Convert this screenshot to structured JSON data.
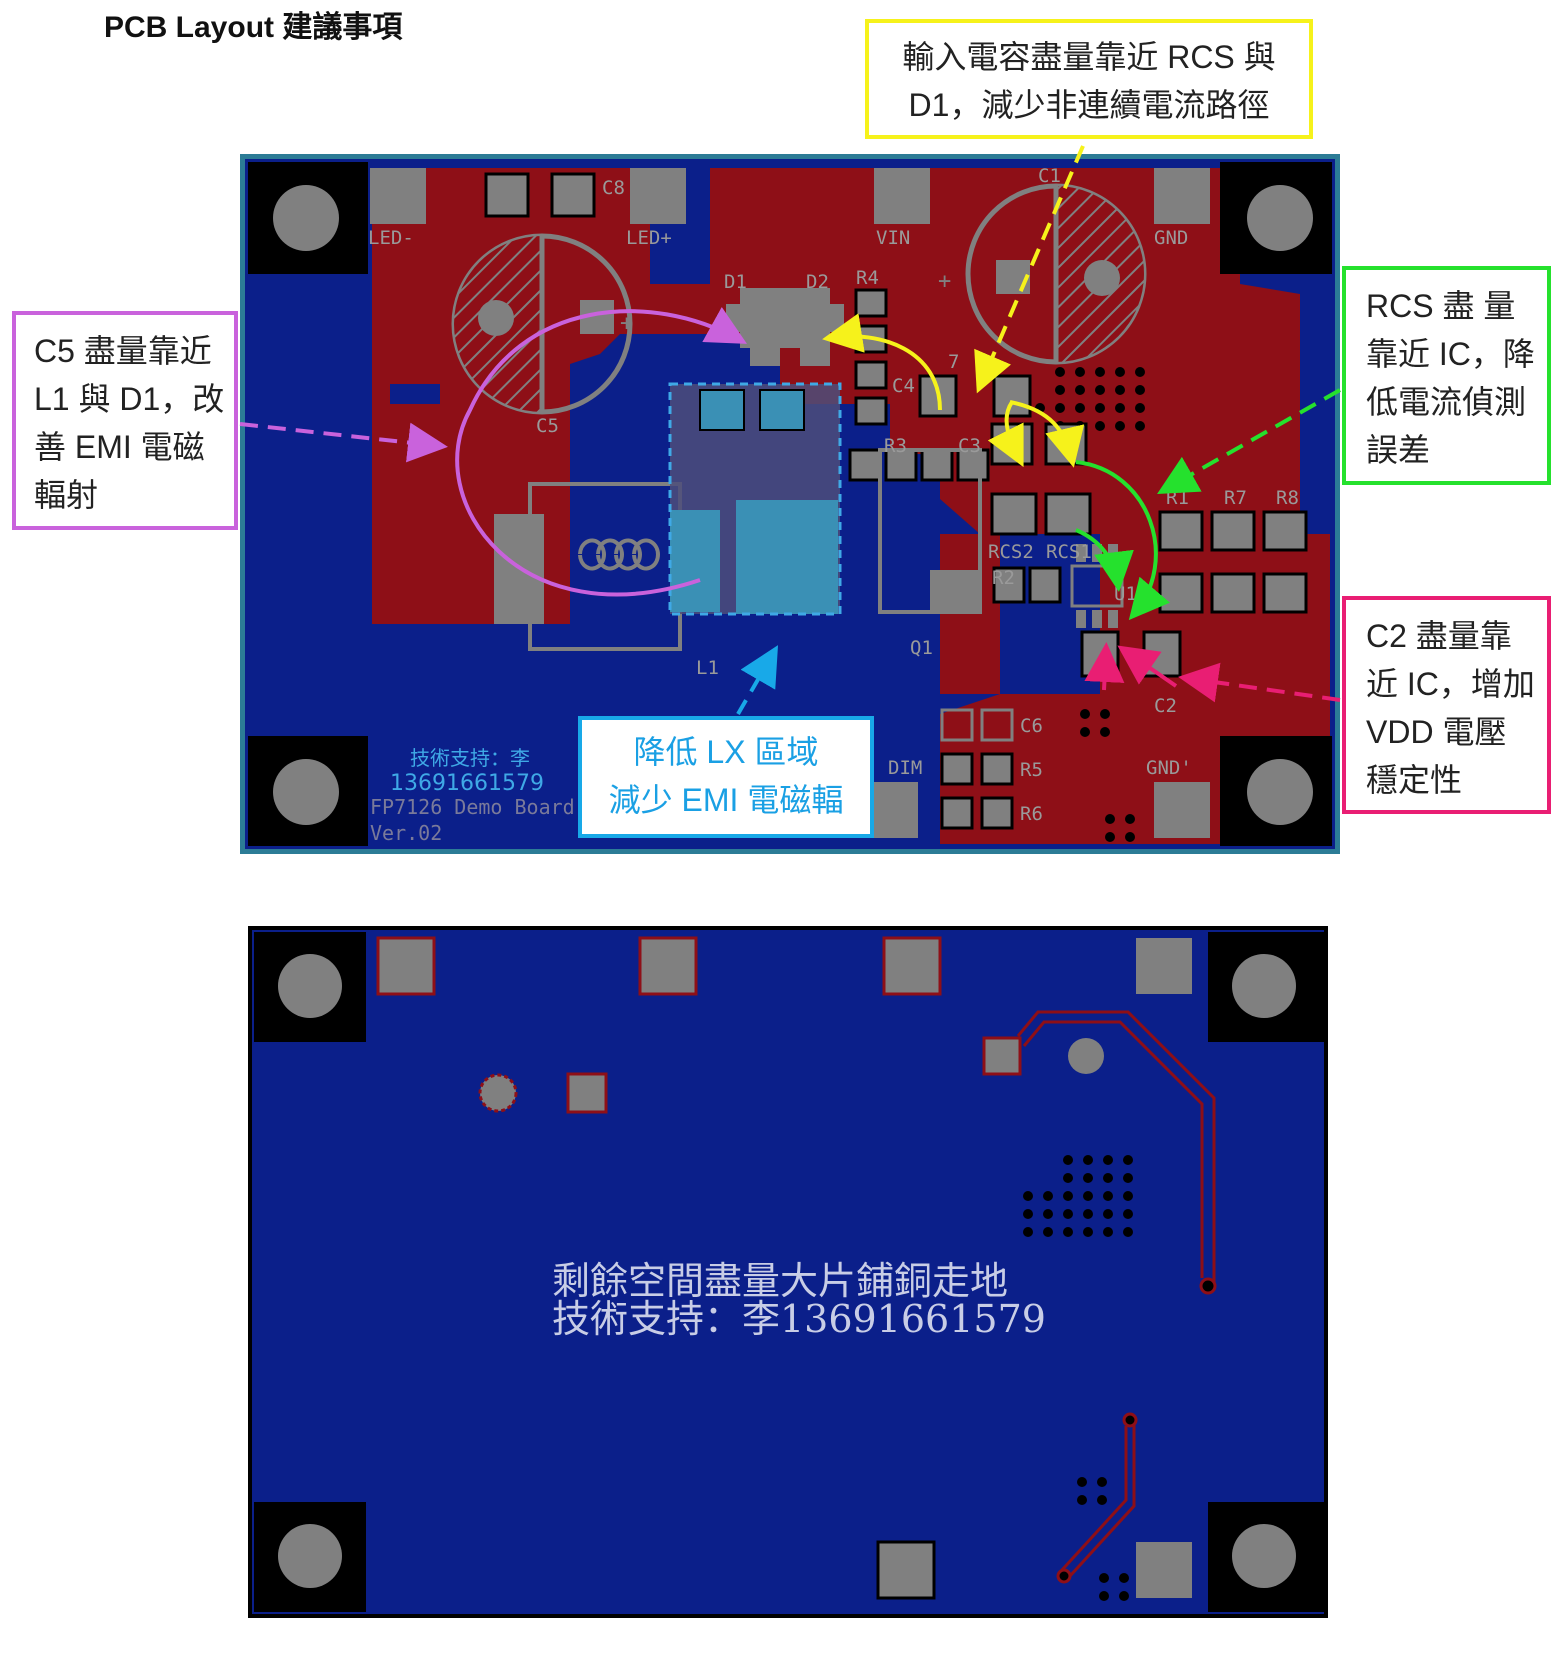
{
  "title": "PCB Layout 建議事項",
  "callouts": {
    "input_cap": [
      "輸入電容盡量靠近 RCS 與",
      "D1，減少非連續電流路徑"
    ],
    "c5": [
      "C5 盡量靠近",
      "L1 與 D1，改",
      "善 EMI 電磁",
      "輻射"
    ],
    "rcs": [
      "RCS  盡 量",
      "靠近 IC，降",
      "低電流偵測",
      "誤差"
    ],
    "c2": [
      "C2  盡量靠",
      "近 IC，增加",
      "VDD  電壓",
      "穩定性"
    ],
    "lx": [
      "降低 LX 區域",
      "減少 EMI 電磁輻"
    ]
  },
  "top_board": {
    "silkscreen": {
      "support": "技術支持：李",
      "phone": "13691661579",
      "board_name": "FP7126 Demo Board",
      "version": "Ver.02"
    },
    "labels": {
      "led_minus": "LED-",
      "led_plus": "LED+",
      "vin": "VIN",
      "gnd": "GND",
      "gnd2": "GND'",
      "c8": "C8",
      "c1": "C1",
      "c5": "C5",
      "d1": "D1",
      "d2": "D2",
      "r4": "R4",
      "c4": "C4",
      "r3": "R3",
      "c3": "C3",
      "c7": "7",
      "rcs2": "RCS2",
      "rcs1": "RCS1",
      "r2": "R2",
      "r1": "R1",
      "r7": "R7",
      "r8": "R8",
      "u1": "U1",
      "c2": "C2",
      "c6": "C6",
      "r5": "R5",
      "r6": "R6",
      "dim": "DIM",
      "l1": "L1",
      "q1": "Q1",
      "plus1": "+",
      "plus2": "+"
    }
  },
  "bottom_board": {
    "text_line1": "剩餘空間盡量大片鋪銅走地",
    "text_line2": "技術支持：李13691661579"
  },
  "colors": {
    "board_blue": "#0b1f8a",
    "copper_red": "#8e0f17",
    "pad_gray": "#808080",
    "frame_teal": "#2c7c96",
    "silk_blue": "#3fa9e6",
    "arrow_yellow": "#f6f21b",
    "arrow_violet": "#c962dc",
    "arrow_green": "#25e12d",
    "arrow_pink": "#e91e73",
    "arrow_cyan": "#18a9e8"
  }
}
